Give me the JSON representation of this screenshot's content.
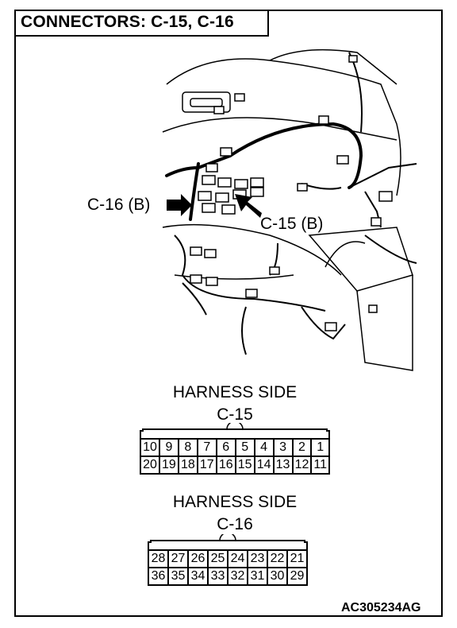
{
  "title": "CONNECTORS: C-15, C-16",
  "callouts": {
    "c16": "C-16 (B)",
    "c15": "C-15 (B)"
  },
  "c15": {
    "label_line1": "HARNESS SIDE",
    "label_line2": "C-15",
    "row1": [
      "10",
      "9",
      "8",
      "7",
      "6",
      "5",
      "4",
      "3",
      "2",
      "1"
    ],
    "row2": [
      "20",
      "19",
      "18",
      "17",
      "16",
      "15",
      "14",
      "13",
      "12",
      "11"
    ]
  },
  "c16": {
    "label_line1": "HARNESS SIDE",
    "label_line2": "C-16",
    "row1": [
      "28",
      "27",
      "26",
      "25",
      "24",
      "23",
      "22",
      "21"
    ],
    "row2": [
      "36",
      "35",
      "34",
      "33",
      "32",
      "31",
      "30",
      "29"
    ]
  },
  "figure_code": "AC305234AG"
}
